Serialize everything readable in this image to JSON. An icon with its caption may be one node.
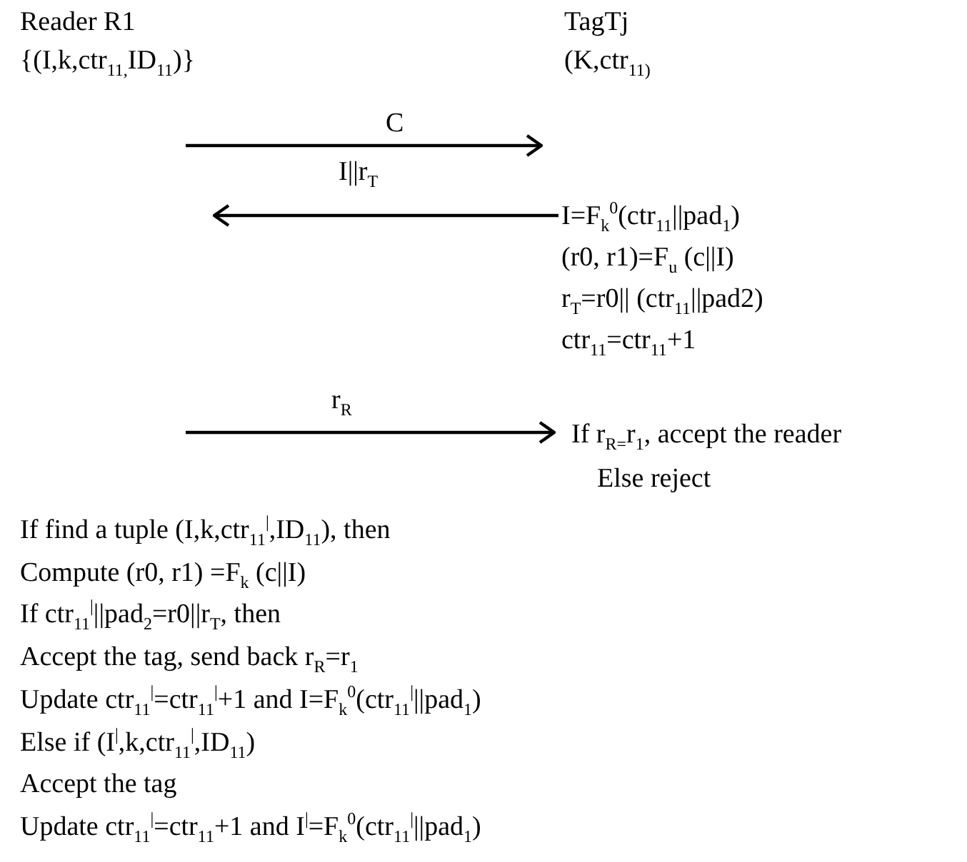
{
  "diagram": {
    "nodes": [
      {
        "text": [
          "Reader R1",
          "{(I,k,ctr$_{11,}$ID$_{11}$)}"
        ]
      },
      {
        "text": [
          "TagTj",
          "(K,ctr$_{11)}$"
        ]
      },
      {
        "text": [
          "I=F$_{k}$$^{0}$(ctr$_{11}$||pad$_{1}$)",
          "(r0, r1)=F$_{u}$ (c||I)",
          "r$_{T}$=r0|| (ctr$_{11}$||pad2)",
          "ctr$_{11}$=ctr$_{11}$+1"
        ]
      },
      {
        "text": [
          "If r$_{R=}$r$_{1}$, accept the reader",
          "Else reject"
        ]
      }
    ],
    "edges": [
      {
        "from": null,
        "to": 1,
        "arrow": "to",
        "label": "C"
      },
      {
        "from": 2,
        "to": null,
        "arrow": "to",
        "label": "I||r$_{T}$"
      },
      {
        "from": null,
        "to": 3,
        "arrow": "to",
        "label": "r$_{R}$"
      }
    ],
    "labels": [
      "If find a tuple (I,k,ctr$_{11}$$^{|}$,ID$_{11}$), then",
      "Compute (r0, r1) =F$_{k}$ (c||I)",
      "If ctr$_{11}$$^{|}$||pad$_{2}$=r0||r$_{T}$, then",
      "Accept the tag, send back r$_{R}$=r$_{1}$",
      "Update ctr$_{11}$$^{|}$=ctr$_{11}$$^{|}$+1 and I=F$_{k}$$^{0}$(ctr$_{11}$$^{|}$||pad$_{1}$)",
      "Else if (I$^{|}$,k,ctr$_{11}$$^{|}$,ID$_{11}$)",
      "Accept the tag",
      "Update ctr$_{11}$$^{|}$=ctr$_{11}$+1 and I$^{|}$=F$_{k}$$^{0}$(ctr$_{11}$$^{|}$||pad$_{1}$)"
    ]
  }
}
